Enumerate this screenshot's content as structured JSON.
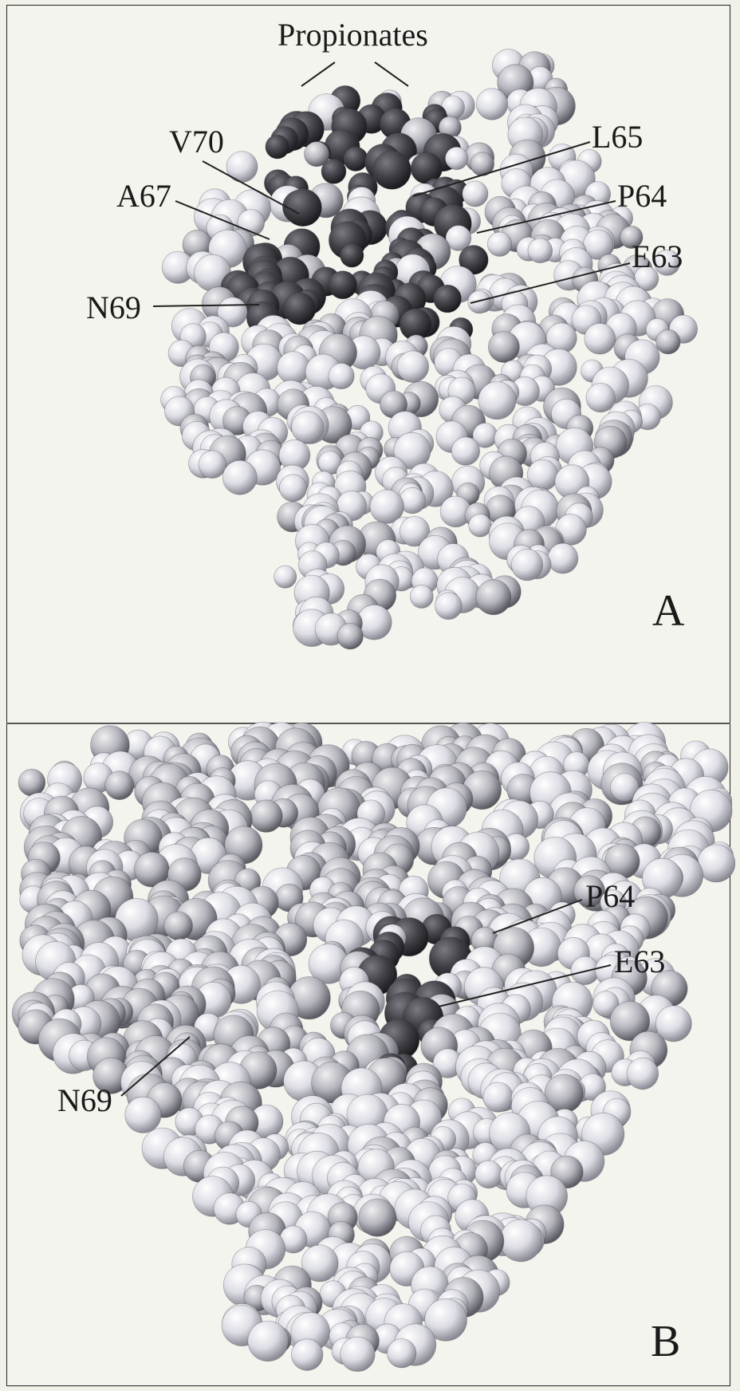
{
  "panel_a": {
    "letter": "A",
    "labels": {
      "propionates": "Propionates",
      "v70": "V70",
      "l65": "L65",
      "a67": "A67",
      "p64": "P64",
      "e63": "E63",
      "n69": "N69"
    }
  },
  "panel_b": {
    "letter": "B",
    "labels": {
      "p64": "P64",
      "e63": "E63",
      "n69": "N69"
    }
  },
  "colors": {
    "atom_light": "#e6e6ee",
    "atom_mid": "#a0a0a8",
    "atom_dark": "#3a3a3e",
    "background": "#f4f4ee"
  }
}
